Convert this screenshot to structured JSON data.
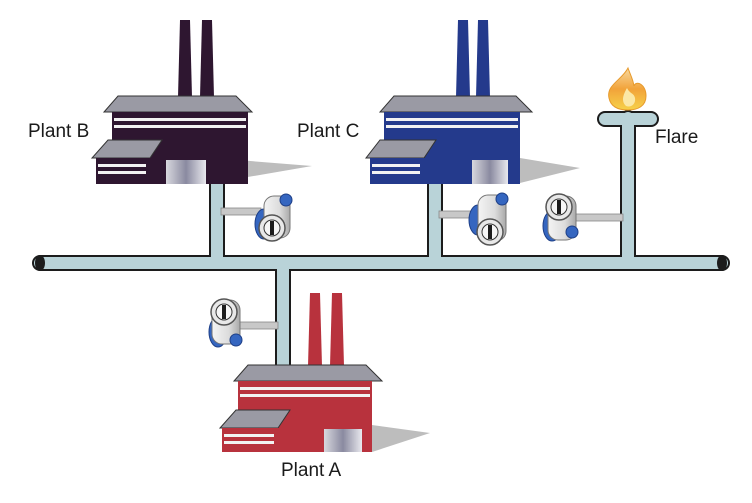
{
  "labels": {
    "plant_a": "Plant A",
    "plant_b": "Plant B",
    "plant_c": "Plant C",
    "flare": "Flare"
  },
  "colors": {
    "plant_a": "#b8323d",
    "plant_b": "#2e1630",
    "plant_c": "#243a8c",
    "pipe_fill": "#b9d3d8",
    "pipe_outline": "#1c1c1c",
    "shadow": "#bdbdbd",
    "meter_blue": "#3566c0"
  },
  "icons": [
    "factory-icon",
    "flow-meter-icon",
    "flare-flame-icon",
    "pipe-end-cap-icon"
  ]
}
